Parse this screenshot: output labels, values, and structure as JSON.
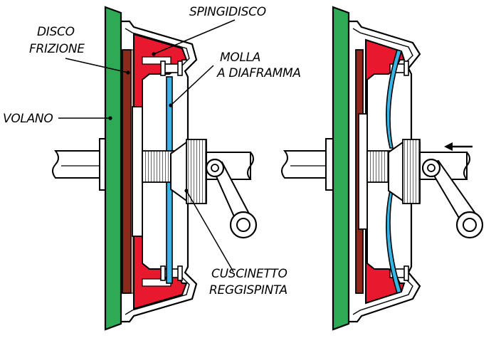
{
  "labels": {
    "disco_frizione_1": "DISCO",
    "disco_frizione_2": "FRIZIONE",
    "spingidisco": "SPINGIDISCO",
    "molla_1": "MOLLA",
    "molla_2": "A DIAFRAMMA",
    "volano": "VOLANO",
    "cuscinetto_1": "CUSCINETTO",
    "cuscinetto_2": "REGGISPINTA"
  },
  "colors": {
    "flywheel": "#2eaa55",
    "friction_disc": "#8b2a1a",
    "pressure_plate": "#e8182e",
    "diaphragm_spring": "#36b6e6",
    "outline": "#000000",
    "background": "#ffffff"
  }
}
